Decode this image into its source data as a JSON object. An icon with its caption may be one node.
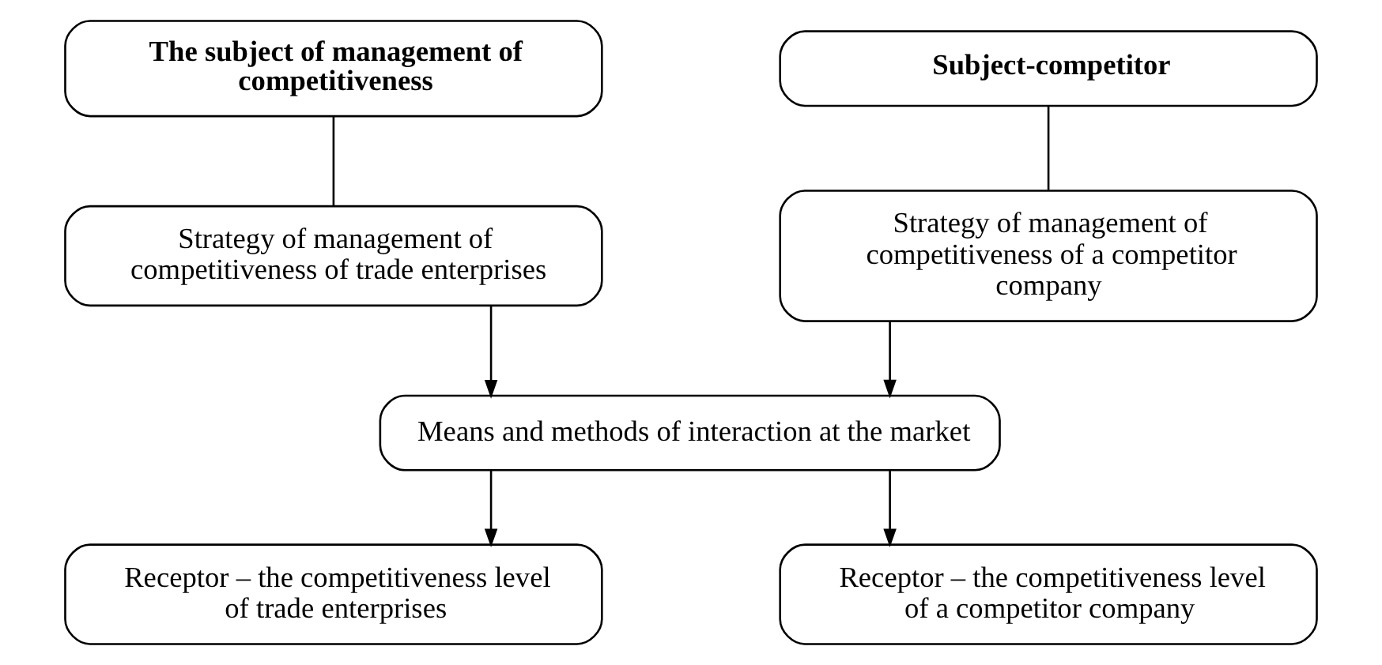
{
  "diagram": {
    "nodes": [
      {
        "text": [
          "The subject of management of competitiveness"
        ]
      },
      {
        "text": [
          "Subject-competitor"
        ]
      },
      {
        "text": [
          "Strategy of management of competitiveness of trade enterprises"
        ]
      },
      {
        "text": [
          "Strategy of management of competitiveness of a competitor company"
        ]
      },
      {
        "text": [
          "Means and methods of interaction at the market"
        ]
      },
      {
        "text": [
          "Receptor – the competitiveness level of trade enterprises"
        ]
      },
      {
        "text": [
          "Receptor – the competitiveness level of a competitor company"
        ]
      }
    ],
    "edges": [
      {
        "from": 0,
        "to": 2,
        "arrow": "none"
      },
      {
        "from": 1,
        "to": 3,
        "arrow": "none"
      },
      {
        "from": 2,
        "to": 4,
        "arrow": "to"
      },
      {
        "from": 3,
        "to": 4,
        "arrow": "to"
      },
      {
        "from": 4,
        "to": 5,
        "arrow": "to"
      },
      {
        "from": 4,
        "to": 6,
        "arrow": "to"
      }
    ]
  }
}
